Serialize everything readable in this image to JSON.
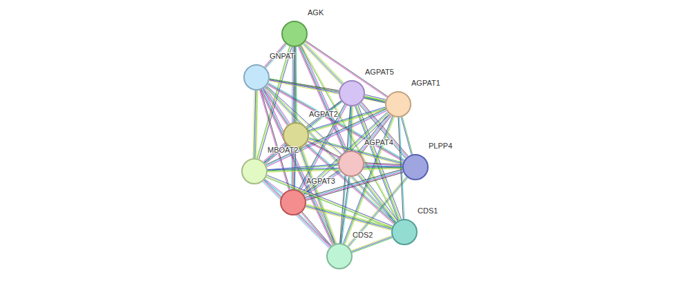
{
  "diagram": {
    "nodes": [
      {
        "text": [
          "AGK"
        ]
      },
      {
        "text": [
          "GNPAT"
        ]
      },
      {
        "text": [
          "AGPAT5"
        ]
      },
      {
        "text": [
          "AGPAT1"
        ]
      },
      {
        "text": [
          "AGPAT2"
        ]
      },
      {
        "text": [
          "AGPAT4"
        ]
      },
      {
        "text": [
          "PLPP4"
        ]
      },
      {
        "text": [
          "MBOAT2"
        ]
      },
      {
        "text": [
          "AGPAT3"
        ]
      },
      {
        "text": [
          "CDS1"
        ]
      },
      {
        "text": [
          "CDS2"
        ]
      }
    ],
    "edges": [
      {
        "from": 0,
        "to": 1,
        "arrow": "none"
      },
      {
        "from": 0,
        "to": 2,
        "arrow": "none"
      },
      {
        "from": 0,
        "to": 3,
        "arrow": "none"
      },
      {
        "from": 0,
        "to": 4,
        "arrow": "none"
      },
      {
        "from": 0,
        "to": 5,
        "arrow": "none"
      },
      {
        "from": 0,
        "to": 7,
        "arrow": "none"
      },
      {
        "from": 0,
        "to": 8,
        "arrow": "none"
      },
      {
        "from": 0,
        "to": 9,
        "arrow": "none"
      },
      {
        "from": 1,
        "to": 2,
        "arrow": "none"
      },
      {
        "from": 1,
        "to": 3,
        "arrow": "none"
      },
      {
        "from": 1,
        "to": 4,
        "arrow": "none"
      },
      {
        "from": 1,
        "to": 5,
        "arrow": "none"
      },
      {
        "from": 1,
        "to": 6,
        "arrow": "none"
      },
      {
        "from": 1,
        "to": 7,
        "arrow": "none"
      },
      {
        "from": 1,
        "to": 8,
        "arrow": "none"
      },
      {
        "from": 1,
        "to": 9,
        "arrow": "none"
      },
      {
        "from": 1,
        "to": 10,
        "arrow": "none"
      },
      {
        "from": 2,
        "to": 3,
        "arrow": "none"
      },
      {
        "from": 2,
        "to": 4,
        "arrow": "none"
      },
      {
        "from": 2,
        "to": 5,
        "arrow": "none"
      },
      {
        "from": 2,
        "to": 6,
        "arrow": "none"
      },
      {
        "from": 2,
        "to": 7,
        "arrow": "none"
      },
      {
        "from": 2,
        "to": 8,
        "arrow": "none"
      },
      {
        "from": 2,
        "to": 9,
        "arrow": "none"
      },
      {
        "from": 2,
        "to": 10,
        "arrow": "none"
      },
      {
        "from": 3,
        "to": 4,
        "arrow": "none"
      },
      {
        "from": 3,
        "to": 5,
        "arrow": "none"
      },
      {
        "from": 3,
        "to": 6,
        "arrow": "none"
      },
      {
        "from": 3,
        "to": 7,
        "arrow": "none"
      },
      {
        "from": 3,
        "to": 8,
        "arrow": "none"
      },
      {
        "from": 3,
        "to": 9,
        "arrow": "none"
      },
      {
        "from": 3,
        "to": 10,
        "arrow": "none"
      },
      {
        "from": 4,
        "to": 5,
        "arrow": "none"
      },
      {
        "from": 4,
        "to": 6,
        "arrow": "none"
      },
      {
        "from": 4,
        "to": 7,
        "arrow": "none"
      },
      {
        "from": 4,
        "to": 8,
        "arrow": "none"
      },
      {
        "from": 4,
        "to": 9,
        "arrow": "none"
      },
      {
        "from": 4,
        "to": 10,
        "arrow": "none"
      },
      {
        "from": 5,
        "to": 6,
        "arrow": "none"
      },
      {
        "from": 5,
        "to": 7,
        "arrow": "none"
      },
      {
        "from": 5,
        "to": 8,
        "arrow": "none"
      },
      {
        "from": 5,
        "to": 9,
        "arrow": "none"
      },
      {
        "from": 5,
        "to": 10,
        "arrow": "none"
      },
      {
        "from": 6,
        "to": 7,
        "arrow": "none"
      },
      {
        "from": 6,
        "to": 8,
        "arrow": "none"
      },
      {
        "from": 6,
        "to": 10,
        "arrow": "none"
      },
      {
        "from": 7,
        "to": 8,
        "arrow": "none"
      },
      {
        "from": 7,
        "to": 9,
        "arrow": "none"
      },
      {
        "from": 7,
        "to": 10,
        "arrow": "none"
      },
      {
        "from": 8,
        "to": 9,
        "arrow": "none"
      },
      {
        "from": 8,
        "to": 10,
        "arrow": "none"
      },
      {
        "from": 9,
        "to": 10,
        "arrow": "none"
      }
    ]
  }
}
